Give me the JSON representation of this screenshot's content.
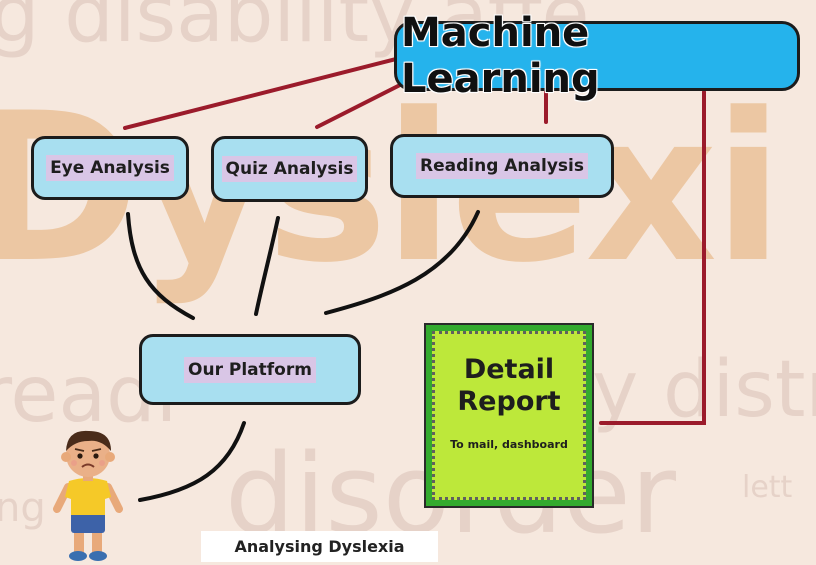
{
  "background": {
    "words": [
      "g disability affe",
      "Dyslexi",
      "readi",
      "ry distr",
      "disorder",
      "ng",
      "lett"
    ]
  },
  "nodes": {
    "machine_learning": "Machine Learning",
    "eye_analysis": "Eye Analysis",
    "quiz_analysis": "Quiz Analysis",
    "reading_analysis": "Reading Analysis",
    "our_platform": "Our Platform"
  },
  "report": {
    "title_line1": "Detail",
    "title_line2": "Report",
    "subtitle": "To mail, dashboard"
  },
  "caption": "Analysing Dyslexia",
  "colors": {
    "machine_learning_fill": "#25b3ec",
    "analysis_fill": "#a8dff0",
    "label_highlight": "#d9c6e6",
    "report_outer": "#33aa2e",
    "report_inner": "#bde83a",
    "connector_ml": "#9b1b2b",
    "connector_platform": "#111111"
  },
  "icons": {
    "child": "child-illustration-icon"
  }
}
